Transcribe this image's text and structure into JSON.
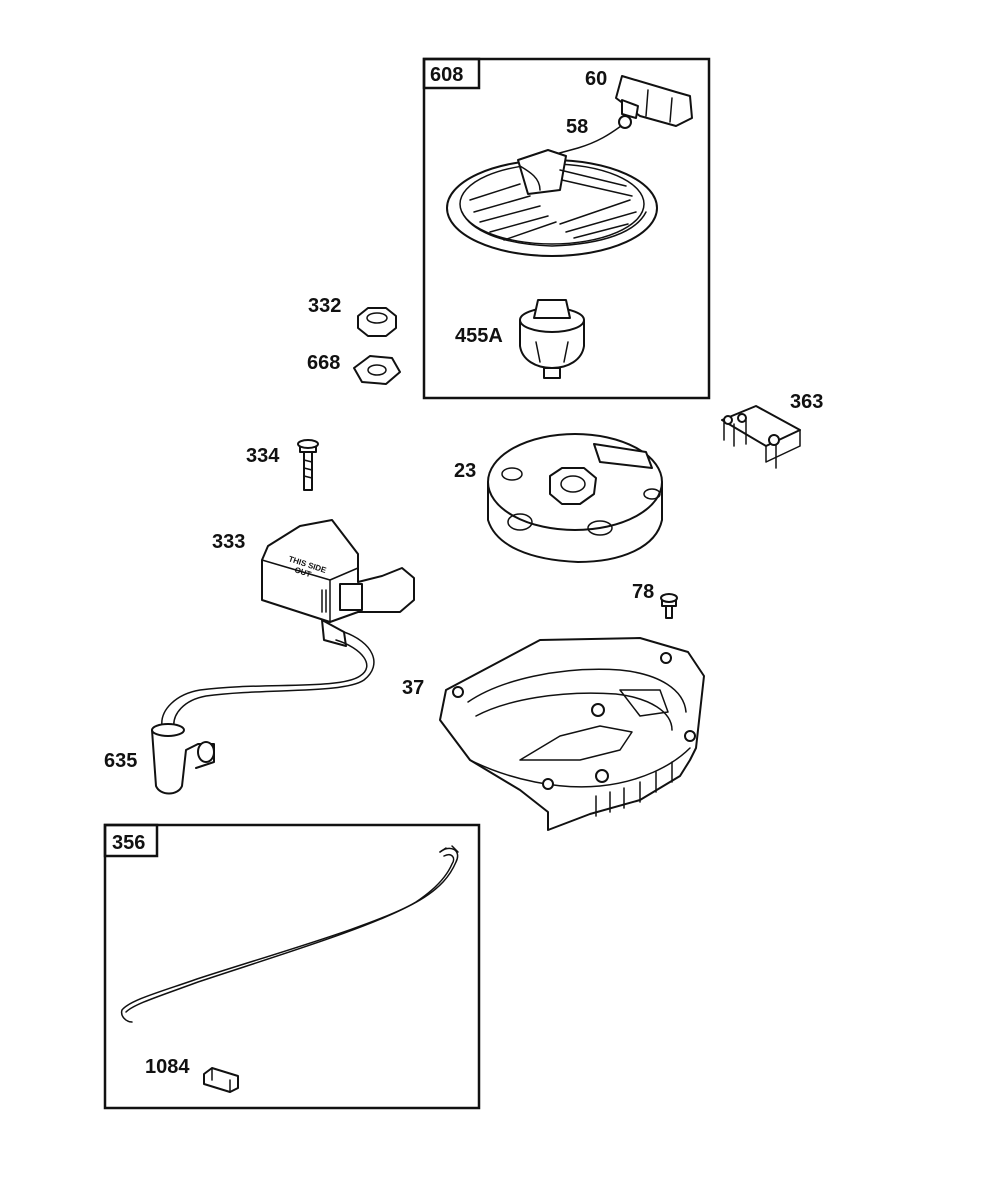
{
  "diagram": {
    "boxes": {
      "recoil": {
        "label": "608"
      },
      "harness": {
        "label": "356"
      }
    },
    "callouts": {
      "handle": "60",
      "rope": "58",
      "cup": "455A",
      "nut": "332",
      "washer": "668",
      "bracket": "363",
      "flywheel": "23",
      "screw_334": "334",
      "ignition_coil": "333",
      "screw_78": "78",
      "blower_housing": "37",
      "spark_plug_boot": "635",
      "connector": "1084"
    },
    "coil_text": {
      "line1": "THIS SIDE",
      "line2": "OUT"
    },
    "colors": {
      "line": "#111111",
      "background": "#ffffff"
    }
  }
}
